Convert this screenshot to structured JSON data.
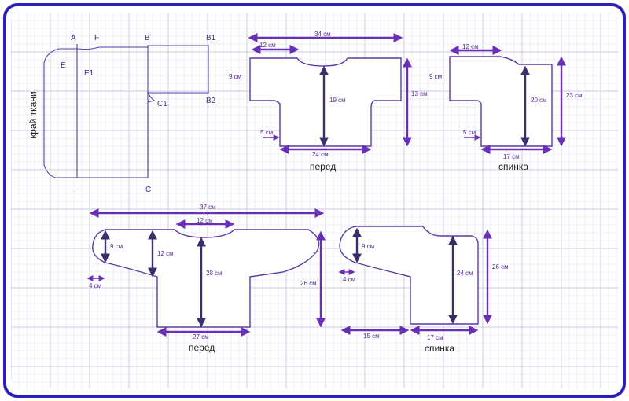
{
  "colors": {
    "border": "#2a20b8",
    "piece_stroke": "#5b3aa6",
    "arrow": "#6a2fb8",
    "grid": "#dfe3f3",
    "text": "#222222"
  },
  "draft": {
    "edge_label": "край ткани",
    "points": {
      "A": "A",
      "F": "F",
      "B": "B",
      "B1": "B1",
      "E": "E",
      "E1": "E1",
      "C1": "C1",
      "B2": "B2",
      "C": "C",
      "bottom_left": "–"
    }
  },
  "pattern_top_front": {
    "caption": "перед",
    "dims": {
      "total_width": "34 см",
      "neck": "12 см",
      "sleeve": "9 см",
      "height": "13 см",
      "body_height": "19 см",
      "cuff": "5 см",
      "bottom": "24 см"
    }
  },
  "pattern_top_back": {
    "caption": "спинка",
    "dims": {
      "neck": "12 см",
      "sleeve": "9 см",
      "height": "23 см",
      "body_height": "20 см",
      "cuff": "5 см",
      "bottom": "17 см"
    }
  },
  "pattern_bottom_front": {
    "caption": "перед",
    "dims": {
      "total_width": "37 см",
      "neck": "12 см",
      "sleeve": "9 см",
      "inner": "12 см",
      "body_height": "28 см",
      "height": "26 см",
      "cuff": "4 см",
      "bottom": "27 см"
    }
  },
  "pattern_bottom_back": {
    "caption": "спинка",
    "dims": {
      "sleeve": "9 см",
      "body_height": "24 см",
      "height": "26 см",
      "cuff": "4 см",
      "sleeve_len": "15 см",
      "bottom": "17 см"
    }
  },
  "icons": [
    "arrow-left-icon",
    "arrow-right-icon",
    "arrow-up-icon",
    "arrow-down-icon"
  ]
}
